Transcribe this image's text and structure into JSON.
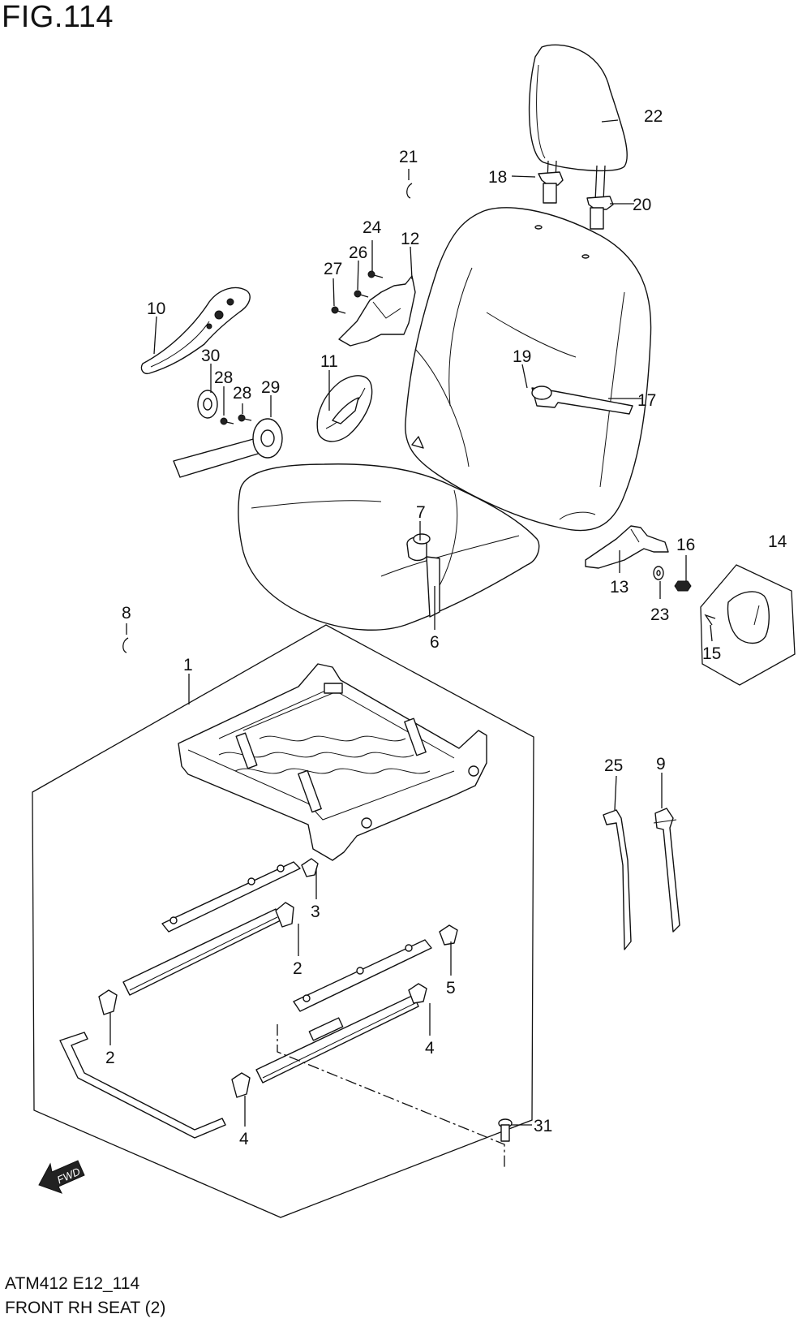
{
  "figure": {
    "title": "FIG.114",
    "code": "ATM412 E12_114",
    "caption": "FRONT RH SEAT (2)",
    "fwd_label": "FWD"
  },
  "callouts": {
    "c1": "1",
    "c2a": "2",
    "c2b": "2",
    "c3": "3",
    "c4a": "4",
    "c4b": "4",
    "c5": "5",
    "c6": "6",
    "c7": "7",
    "c8": "8",
    "c9": "9",
    "c10": "10",
    "c11": "11",
    "c12": "12",
    "c13": "13",
    "c14": "14",
    "c15": "15",
    "c16": "16",
    "c17": "17",
    "c18": "18",
    "c19": "19",
    "c20": "20",
    "c21": "21",
    "c22": "22",
    "c23": "23",
    "c24": "24",
    "c25": "25",
    "c26": "26",
    "c27": "27",
    "c28a": "28",
    "c28b": "28",
    "c29": "29",
    "c30": "30",
    "c31": "31"
  }
}
